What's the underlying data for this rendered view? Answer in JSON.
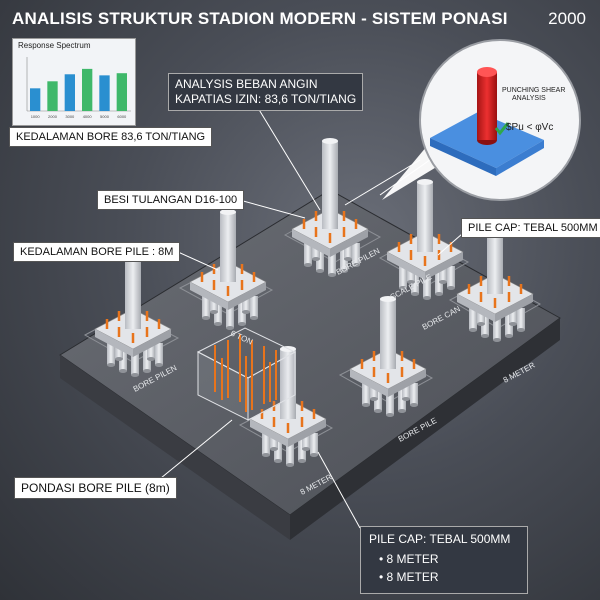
{
  "header": {
    "title": "ANALISIS STRUKTUR STADION MODERN - SISTEM PONASI",
    "year": "2000"
  },
  "chart": {
    "title": "Response Spectrum",
    "categories": [
      "1000",
      "2000",
      "3000",
      "4000",
      "5000",
      "6000"
    ],
    "values": [
      42,
      55,
      68,
      78,
      66,
      70
    ],
    "colors": [
      "#2a8fd0",
      "#3fb86a"
    ]
  },
  "callouts": {
    "analysis_line1": "ANALYSIS BEBAN ANGIN",
    "analysis_line2": "KAPATIAS IZIN: 83,6 TON/TIANG",
    "kedalaman_bore": "KEDALAMAN BORE  83,6 TON/TIANG",
    "besi_tulangan": "BESI TULANGAN D16-100",
    "kedalaman_bore_pile": "KEDALAMAN BORE PILE : 8M",
    "pile_cap_top": "PILE CAP: TEBAL 500MM",
    "pondasi_bore_pile": "PONDASI BORE PILE (8m)",
    "pile_cap_bottom": "PILE CAP: TEBAL 500MM",
    "bottom_items": [
      "8 METER",
      "8 METER"
    ]
  },
  "punching": {
    "title_line1": "PUNCHING SHEAR",
    "title_line2": "ANALYSIS",
    "formula": "$Pu < φVc"
  },
  "slab_labels": {
    "bore_pilen_top": "BORE PILEN",
    "bore_pilen_left": "BORE PILEN",
    "scale_pile": "SCALE PILE",
    "bore_can": "BORE CAN",
    "ton": "6 TON",
    "meter_right": "8 METER",
    "meter_bottom": "8 METER",
    "bore_pile_bottom": "BORE PILE"
  },
  "colors": {
    "rebar": "#e8741c",
    "concrete": "#c9ccd1",
    "slab": "#55585f",
    "column": "#d9dbe0",
    "punch_column": "#d82020",
    "punch_base": "#4a8fe0"
  }
}
